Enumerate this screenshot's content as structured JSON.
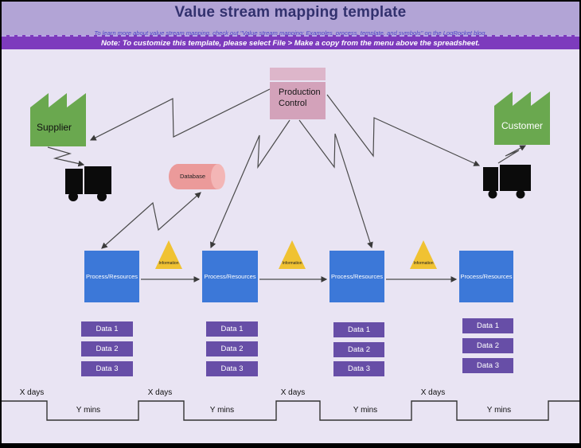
{
  "header": {
    "title": "Value stream mapping template",
    "link_text": "To learn more about value stream mapping, check out \"Value stream mapping: Examples, process, template, and symbols\" on the LogRocket blog.",
    "note": "Note: To customize this template, please select File > Make a copy from the menu above the spreadsheet."
  },
  "colors": {
    "header_bg": "#b2a4d6",
    "title_text": "#32316e",
    "link_text": "#4f46c8",
    "note_bg": "#7d3bbd",
    "canvas_bg": "#e9e4f3",
    "factory_green": "#6aa84f",
    "production_control_pink": "#d3a2ba",
    "production_control_band": "#ddb6ca",
    "database_pink": "#eb9a9a",
    "process_blue": "#3c78d8",
    "information_yellow": "#f0c232",
    "data_purple": "#674ea7",
    "connector_gray": "#4a4a4a"
  },
  "nodes": {
    "supplier": "Supplier",
    "customer": "Customer",
    "production_control": "Production Control",
    "database": "Database"
  },
  "processes": [
    {
      "label": "Process/Resources",
      "data": [
        "Data 1",
        "Data 2",
        "Data 3"
      ]
    },
    {
      "label": "Process/Resources",
      "data": [
        "Data 1",
        "Data 2",
        "Data 3"
      ]
    },
    {
      "label": "Process/Resources",
      "data": [
        "Data 1",
        "Data 2",
        "Data 3"
      ]
    },
    {
      "label": "Process/Resources",
      "data": [
        "Data 1",
        "Data 2",
        "Data 3"
      ]
    }
  ],
  "triangles": [
    "Information",
    "Information",
    "Information"
  ],
  "timeline": {
    "x_days": [
      "X days",
      "X days",
      "X days",
      "X days"
    ],
    "y_mins": [
      "Y mins",
      "Y mins",
      "Y mins",
      "Y mins"
    ]
  }
}
